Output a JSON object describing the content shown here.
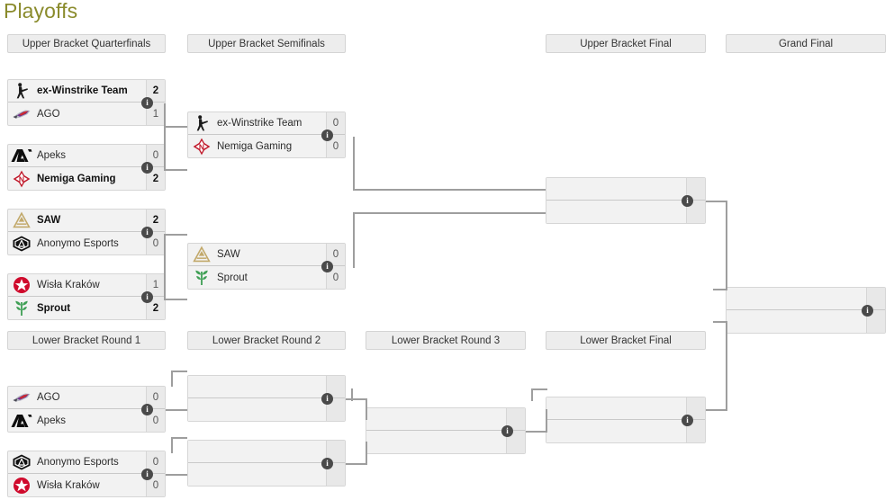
{
  "page": {
    "title": "Playoffs"
  },
  "colors": {
    "title": "#8a8b2c",
    "box_bg": "#f2f2f2",
    "score_bg": "#eaeaea",
    "border": "#d6d6d6",
    "line": "#9e9e9e",
    "info_badge": "#4a4a4a"
  },
  "rounds": [
    {
      "id": "ubqf",
      "label": "Upper Bracket Quarterfinals"
    },
    {
      "id": "ubsf",
      "label": "Upper Bracket Semifinals"
    },
    {
      "id": "ubf",
      "label": "Upper Bracket Final"
    },
    {
      "id": "gf",
      "label": "Grand Final"
    },
    {
      "id": "lbr1",
      "label": "Lower Bracket Round 1"
    },
    {
      "id": "lbr2",
      "label": "Lower Bracket Round 2"
    },
    {
      "id": "lbr3",
      "label": "Lower Bracket Round 3"
    },
    {
      "id": "lbf",
      "label": "Lower Bracket Final"
    }
  ],
  "info_label": "i",
  "matches": [
    {
      "id": "ubqf1",
      "round": "ubqf",
      "teams": [
        {
          "name": "ex-Winstrike Team",
          "score": "2",
          "winner": true,
          "logo": "winstrike-logo"
        },
        {
          "name": "AGO",
          "score": "1",
          "winner": false,
          "logo": "ago-logo"
        }
      ]
    },
    {
      "id": "ubqf2",
      "round": "ubqf",
      "teams": [
        {
          "name": "Apeks",
          "score": "0",
          "winner": false,
          "logo": "apeks-logo"
        },
        {
          "name": "Nemiga Gaming",
          "score": "2",
          "winner": true,
          "logo": "nemiga-logo"
        }
      ]
    },
    {
      "id": "ubqf3",
      "round": "ubqf",
      "teams": [
        {
          "name": "SAW",
          "score": "2",
          "winner": true,
          "logo": "saw-logo"
        },
        {
          "name": "Anonymo Esports",
          "score": "0",
          "winner": false,
          "logo": "anonymo-logo"
        }
      ]
    },
    {
      "id": "ubqf4",
      "round": "ubqf",
      "teams": [
        {
          "name": "Wisła Kraków",
          "score": "1",
          "winner": false,
          "logo": "wisla-logo"
        },
        {
          "name": "Sprout",
          "score": "2",
          "winner": true,
          "logo": "sprout-logo"
        }
      ]
    },
    {
      "id": "ubsf1",
      "round": "ubsf",
      "teams": [
        {
          "name": "ex-Winstrike Team",
          "score": "0",
          "winner": false,
          "logo": "winstrike-logo"
        },
        {
          "name": "Nemiga Gaming",
          "score": "0",
          "winner": false,
          "logo": "nemiga-logo"
        }
      ]
    },
    {
      "id": "ubsf2",
      "round": "ubsf",
      "teams": [
        {
          "name": "SAW",
          "score": "0",
          "winner": false,
          "logo": "saw-logo"
        },
        {
          "name": "Sprout",
          "score": "0",
          "winner": false,
          "logo": "sprout-logo"
        }
      ]
    },
    {
      "id": "ubf1",
      "round": "ubf",
      "empty": true,
      "teams": [
        {
          "name": "",
          "score": "",
          "winner": false,
          "logo": ""
        },
        {
          "name": "",
          "score": "",
          "winner": false,
          "logo": ""
        }
      ]
    },
    {
      "id": "gf1",
      "round": "gf",
      "empty": true,
      "teams": [
        {
          "name": "",
          "score": "",
          "winner": false,
          "logo": ""
        },
        {
          "name": "",
          "score": "",
          "winner": false,
          "logo": ""
        }
      ]
    },
    {
      "id": "lbr1a",
      "round": "lbr1",
      "teams": [
        {
          "name": "AGO",
          "score": "0",
          "winner": false,
          "logo": "ago-logo"
        },
        {
          "name": "Apeks",
          "score": "0",
          "winner": false,
          "logo": "apeks-logo"
        }
      ]
    },
    {
      "id": "lbr1b",
      "round": "lbr1",
      "teams": [
        {
          "name": "Anonymo Esports",
          "score": "0",
          "winner": false,
          "logo": "anonymo-logo"
        },
        {
          "name": "Wisła Kraków",
          "score": "0",
          "winner": false,
          "logo": "wisla-logo"
        }
      ]
    },
    {
      "id": "lbr2a",
      "round": "lbr2",
      "empty": true,
      "teams": [
        {
          "name": "",
          "score": "",
          "winner": false,
          "logo": ""
        },
        {
          "name": "",
          "score": "",
          "winner": false,
          "logo": ""
        }
      ]
    },
    {
      "id": "lbr2b",
      "round": "lbr2",
      "empty": true,
      "teams": [
        {
          "name": "",
          "score": "",
          "winner": false,
          "logo": ""
        },
        {
          "name": "",
          "score": "",
          "winner": false,
          "logo": ""
        }
      ]
    },
    {
      "id": "lbr3a",
      "round": "lbr3",
      "empty": true,
      "teams": [
        {
          "name": "",
          "score": "",
          "winner": false,
          "logo": ""
        },
        {
          "name": "",
          "score": "",
          "winner": false,
          "logo": ""
        }
      ]
    },
    {
      "id": "lbf1",
      "round": "lbf",
      "empty": true,
      "teams": [
        {
          "name": "",
          "score": "",
          "winner": false,
          "logo": ""
        },
        {
          "name": "",
          "score": "",
          "winner": false,
          "logo": ""
        }
      ]
    }
  ]
}
